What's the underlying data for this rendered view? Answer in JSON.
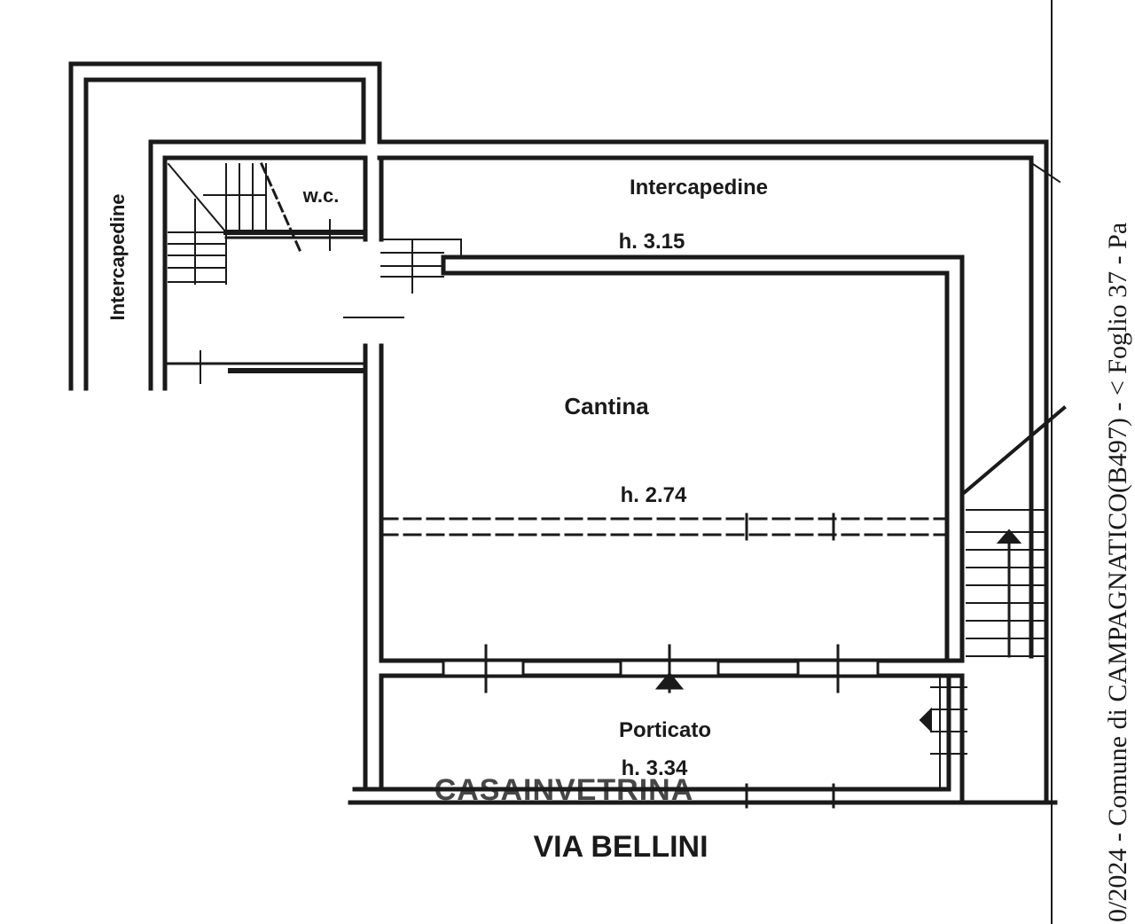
{
  "rooms": {
    "intercapedine_top": "Intercapedine",
    "intercapedine_left": "Intercapedine",
    "wc": "w.c.",
    "cantina": "Cantina",
    "porticato": "Porticato"
  },
  "heights": {
    "intercapedine": "h. 3.15",
    "cantina": "h. 2.74",
    "porticato": "h. 3.34"
  },
  "street": "VIA BELLINI",
  "watermark": "CASAINVETRINA",
  "side_text": "0/2024 - Comune di CAMPAGNATICO(B497) - < Foglio 37 - Pa",
  "colors": {
    "ink": "#1a1a1a",
    "paper": "#ffffff"
  }
}
